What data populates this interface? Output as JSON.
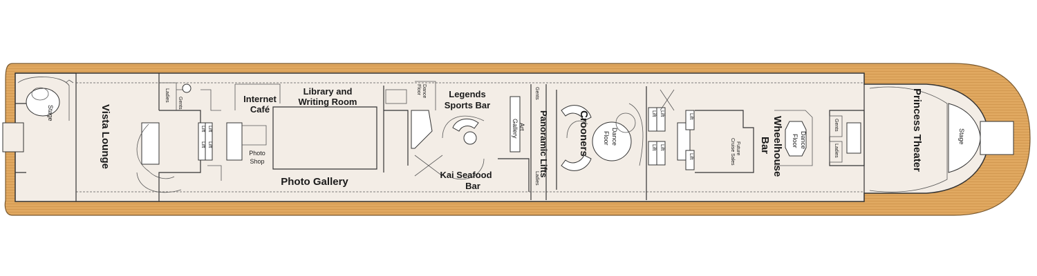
{
  "deck": {
    "colors": {
      "hull": "#e0a860",
      "hull_line": "#c98c45",
      "interior": "#f3ede6",
      "outline": "#333333"
    }
  },
  "labels": {
    "vista_lounge": "Vista Lounge",
    "stage_aft": "Stage",
    "gents_aft": "Gents",
    "ladies_aft": "Ladies",
    "internet_cafe_1": "Internet",
    "internet_cafe_2": "Café",
    "photo_shop_1": "Photo",
    "photo_shop_2": "Shop",
    "library_1": "Library and",
    "library_2": "Writing Room",
    "photo_gallery": "Photo Gallery",
    "dance_floor_1_a": "Dance",
    "dance_floor_1_b": "Floor",
    "legends_1": "Legends",
    "legends_2": "Sports Bar",
    "art_gallery_1": "Art",
    "art_gallery_2": "Gallery",
    "kai_1": "Kai Seafood",
    "kai_2": "Bar",
    "gents_mid": "Gents",
    "ladies_mid": "Ladies",
    "panoramic_lifts": "Panoramic Lifts",
    "crooners": "Crooners",
    "dance_floor_2_a": "Dance",
    "dance_floor_2_b": "Floor",
    "future_cruise_1": "Future",
    "future_cruise_2": "Cruise Sales",
    "wheelhouse_1": "Wheelhouse",
    "wheelhouse_2": "Bar",
    "dance_floor_3_a": "Dance",
    "dance_floor_3_b": "Floor",
    "gents_fwd": "Gents",
    "ladies_fwd": "Ladies",
    "princess_theater": "Princess Theater",
    "stage_fwd": "Stage",
    "lift": "Lift"
  }
}
